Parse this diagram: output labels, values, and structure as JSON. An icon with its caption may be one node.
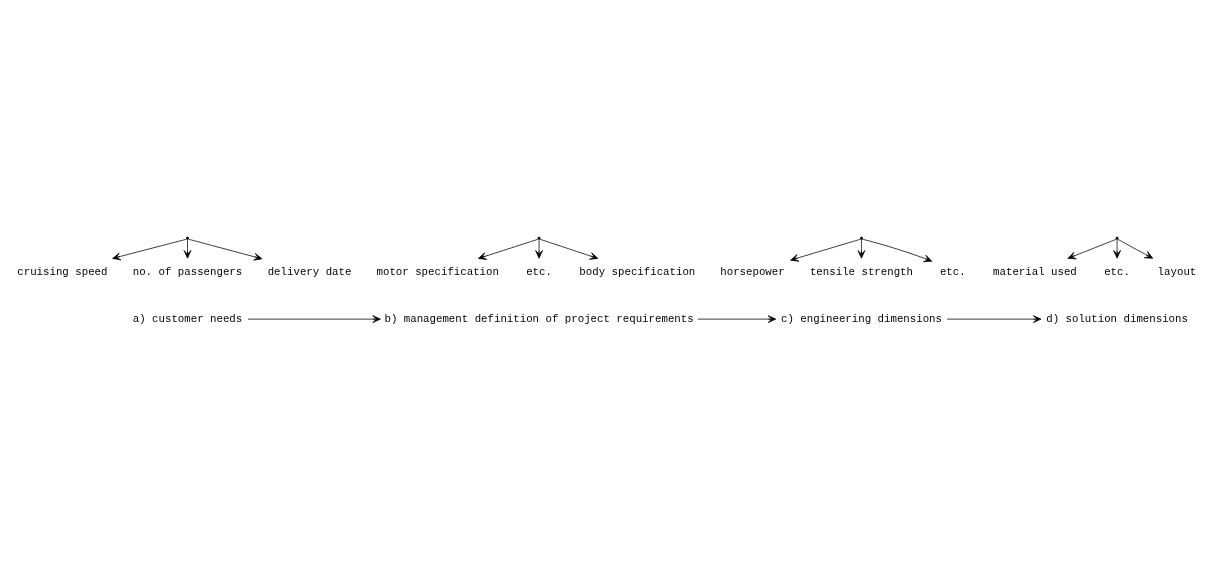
{
  "diagram": {
    "nodes": [
      {
        "text": [
          "a) customer needs"
        ]
      },
      {
        "text": [],
        "shape": "point"
      },
      {
        "text": [
          "cruising speed"
        ]
      },
      {
        "text": [
          "no. of passengers"
        ]
      },
      {
        "text": [
          "delivery date"
        ]
      },
      {
        "text": [
          "b) management definition of project requirements"
        ]
      },
      {
        "text": [],
        "shape": "point"
      },
      {
        "text": [
          "motor specification"
        ]
      },
      {
        "text": [
          "etc."
        ]
      },
      {
        "text": [
          "body specification"
        ]
      },
      {
        "text": [
          "c) engineering dimensions"
        ]
      },
      {
        "text": [],
        "shape": "point"
      },
      {
        "text": [
          "horsepower"
        ]
      },
      {
        "text": [
          "tensile strength"
        ]
      },
      {
        "text": [
          "etc."
        ]
      },
      {
        "text": [
          "d) solution dimensions"
        ]
      },
      {
        "text": [],
        "shape": "point"
      },
      {
        "text": [
          "material used"
        ]
      },
      {
        "text": [
          "etc."
        ]
      },
      {
        "text": [
          "layout"
        ]
      }
    ],
    "edges": [
      {
        "from": 1,
        "to": 2,
        "arrow": "to"
      },
      {
        "from": 1,
        "to": 3,
        "arrow": "to"
      },
      {
        "from": 1,
        "to": 4,
        "arrow": "to"
      },
      {
        "from": 6,
        "to": 7,
        "arrow": "to"
      },
      {
        "from": 6,
        "to": 8,
        "arrow": "to"
      },
      {
        "from": 6,
        "to": 9,
        "arrow": "to"
      },
      {
        "from": 11,
        "to": 12,
        "arrow": "to"
      },
      {
        "from": 11,
        "to": 13,
        "arrow": "to"
      },
      {
        "from": 11,
        "to": 14,
        "arrow": "to"
      },
      {
        "from": 16,
        "to": 17,
        "arrow": "to"
      },
      {
        "from": 16,
        "to": 18,
        "arrow": "to"
      },
      {
        "from": 16,
        "to": 19,
        "arrow": "to"
      },
      {
        "from": 0,
        "to": 5,
        "arrow": "to"
      },
      {
        "from": 5,
        "to": 10,
        "arrow": "to"
      },
      {
        "from": 10,
        "to": 15,
        "arrow": "to"
      }
    ]
  }
}
